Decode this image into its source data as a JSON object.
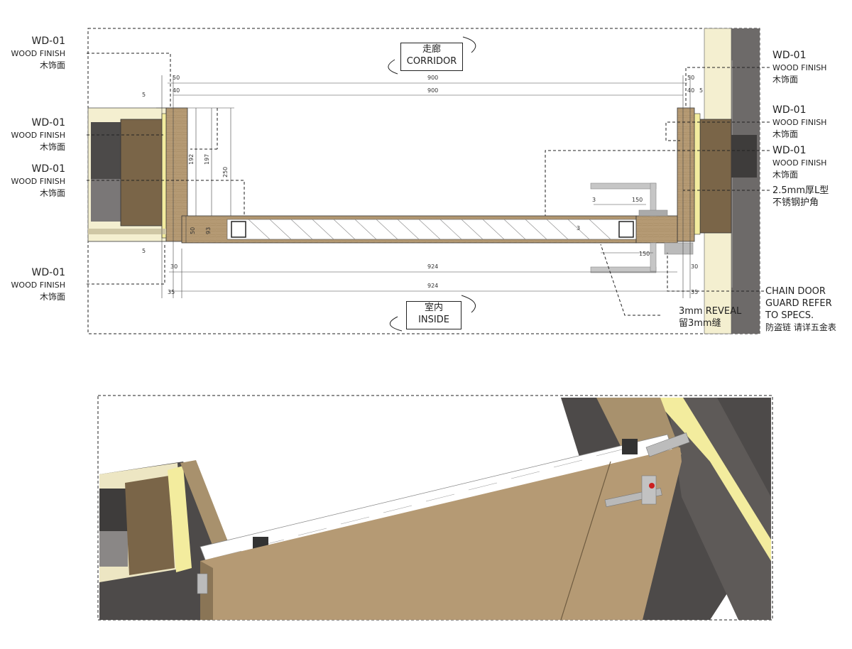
{
  "labels": {
    "wd_left_1": {
      "code": "WD-01",
      "desc": "WOOD FINISH",
      "cn": "木饰面"
    },
    "wd_left_2": {
      "code": "WD-01",
      "desc": "WOOD FINISH",
      "cn": "木饰面"
    },
    "wd_left_3": {
      "code": "WD-01",
      "desc": "WOOD FINISH",
      "cn": "木饰面"
    },
    "wd_left_4": {
      "code": "WD-01",
      "desc": "WOOD FINISH",
      "cn": "木饰面"
    },
    "wd_right_1": {
      "code": "WD-01",
      "desc": "WOOD FINISH",
      "cn": "木饰面"
    },
    "wd_right_2": {
      "code": "WD-01",
      "desc": "WOOD FINISH",
      "cn": "木饰面"
    },
    "wd_right_3": {
      "code": "WD-01",
      "desc": "WOOD FINISH",
      "cn": "木饰面"
    },
    "steel_corner": {
      "line1": "2.5mm厚L型",
      "line2": "不锈钢护角"
    },
    "chain": {
      "line1": "CHAIN DOOR",
      "line2": "GUARD REFER",
      "line3": "TO SPECS.",
      "line4": "防盗链 请详五金表"
    },
    "reveal": {
      "line1": "3mm REVEAL",
      "line2": "留3mm缝"
    },
    "corridor": {
      "cn": "走廊",
      "en": "CORRIDOR"
    },
    "inside": {
      "cn": "室内",
      "en": "INSIDE"
    }
  },
  "dimensions": {
    "top_900_a": "900",
    "top_900_b": "900",
    "top_50": "50",
    "top_40": "40",
    "top_5": "5",
    "right_50": "50",
    "right_40": "40",
    "right_5": "5",
    "v_192": "192",
    "v_197": "197",
    "v_250": "250",
    "v_50": "50",
    "v_93": "93",
    "v_5": "5",
    "bot_924_a": "924",
    "bot_924_b": "924",
    "bot_30_l": "30",
    "bot_35_l": "35",
    "bot_30_r": "30",
    "bot_35_r": "35",
    "h_150_a": "150",
    "h_150_b": "150",
    "h_3_a": "3",
    "h_3_b": "3"
  },
  "colors": {
    "wood": "#b59a74",
    "wood_dark": "#8a7556",
    "core": "#7a6548",
    "stone": "#5a5655",
    "wall": "#4d4a49",
    "yellow": "#f3ec9e",
    "frame_line": "#333333"
  }
}
